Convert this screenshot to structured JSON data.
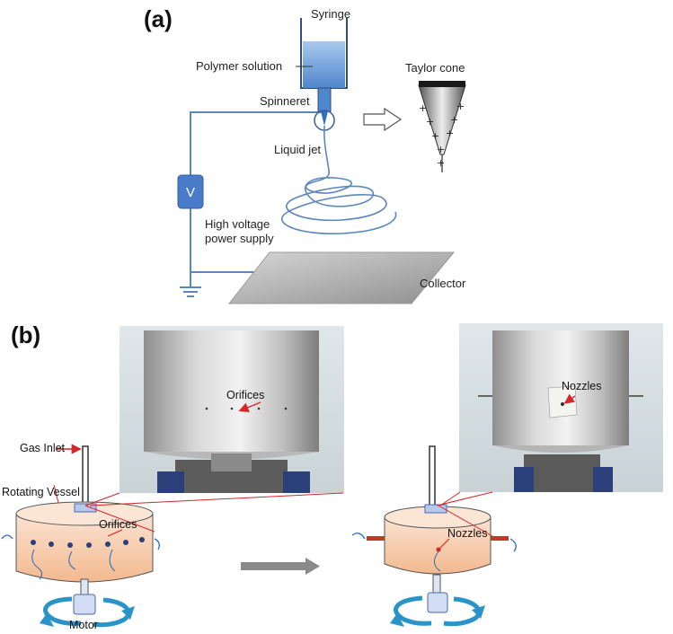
{
  "panel_a": {
    "label": "(a)",
    "syringe": "Syringe",
    "polymer_solution": "Polymer solution",
    "spinneret": "Spinneret",
    "taylor_cone": "Taylor cone",
    "liquid_jet": "Liquid jet",
    "voltage_symbol": "V",
    "power_supply_line1": "High voltage",
    "power_supply_line2": "power supply",
    "collector": "Collector",
    "charge_symbol": "+"
  },
  "panel_b": {
    "label": "(b)",
    "gas_inlet": "Gas Inlet",
    "rotating_vessel": "Rotating Vessel",
    "orifices": "Orifices",
    "nozzles": "Nozzles",
    "motor": "Motor"
  },
  "colors": {
    "blue_wire": "#5b86bf",
    "syringe_fill": "#6fa3e0",
    "vessel_fill": "#f6c8a6",
    "red_accent": "#d62728",
    "arrow_teal": "#2a94c8",
    "gray_arrow": "#8a8a8a"
  }
}
